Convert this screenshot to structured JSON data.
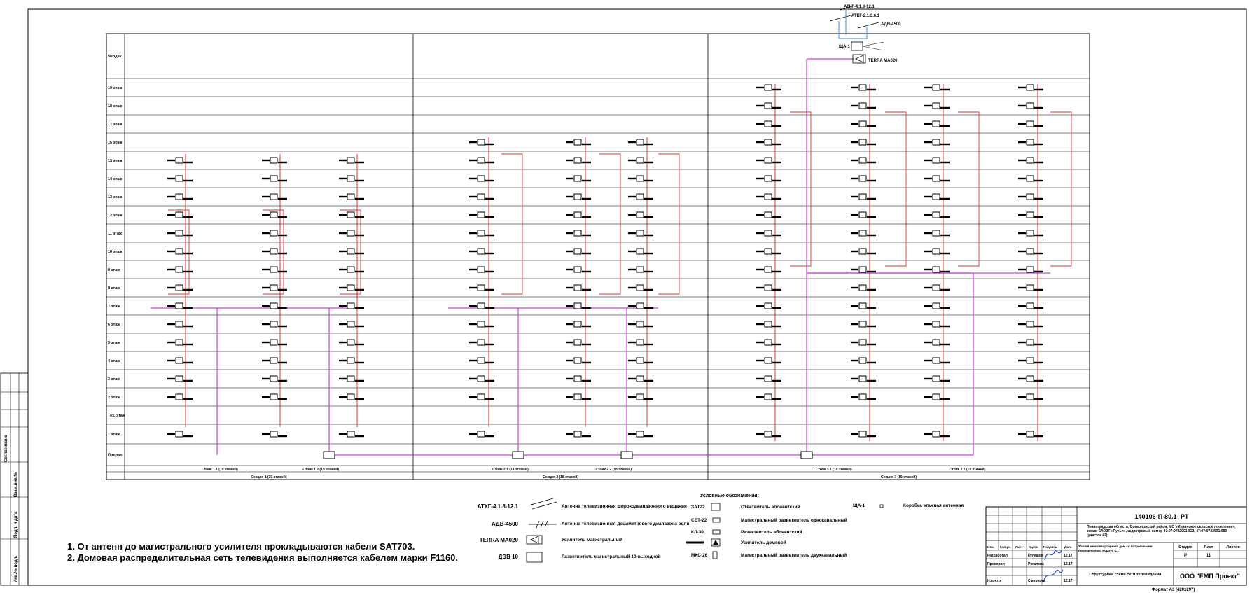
{
  "floors": [
    "Чердак",
    "19 этаж",
    "18 этаж",
    "17 этаж",
    "16 этаж",
    "15 этаж",
    "14 этаж",
    "13 этаж",
    "12 этаж",
    "11 этаж",
    "10 этаж",
    "9 этаж",
    "8 этаж",
    "7 этаж",
    "6 этаж",
    "5 этаж",
    "4 этаж",
    "3 этаж",
    "2 этаж",
    "Тех. этаж",
    "1 этаж",
    "Подвал"
  ],
  "sections": [
    {
      "label": "Секция 1 (19 этажей)",
      "risers": [
        "Стояк 1.1 (19 этажей)",
        "Стояк 1.2 (19 этажей)"
      ]
    },
    {
      "label": "Секция 2 (18 этажей)",
      "risers": [
        "Стояк 2.1 (18 этажей)",
        "Стояк 2.2 (18 этажей)"
      ]
    },
    {
      "label": "Секция 3 (19 этажей)",
      "risers": [
        "Стояк 3.1 (19 этажей)",
        "Стояк 3.2 (19 этажей)"
      ]
    }
  ],
  "antenna": {
    "labels": [
      "АТКГ-4.1.8-12.1",
      "АТКГ-2.1.3.6.1",
      "АДВ-4500"
    ],
    "amplifier": "TERRA MA020",
    "box": "ЩА-1"
  },
  "legend": {
    "title": "Условные обозначения:",
    "items": [
      {
        "code": "АТКГ-4.1.8-12.1",
        "text": "Антенна телевизионная широкодиапазонного вещания"
      },
      {
        "code": "АДВ-4500",
        "text": "Антенна телевизионная дециметрового диапазона волн"
      },
      {
        "code": "TERRA MA020",
        "text": "Усилитель магистральный"
      },
      {
        "code": "ДЭВ 10",
        "text": "Разветвитель магистральный 10-выходной"
      },
      {
        "code": "ЗАТ22",
        "text": "Ответвитель абонентский"
      },
      {
        "code": "СЕТ-22",
        "text": "Магистральный разветвитель одноканальный"
      },
      {
        "code": "КЛ-30",
        "text": "Разветвитель абонентский"
      },
      {
        "code": "",
        "text": "Усилитель домовой"
      },
      {
        "code": "МКС-26",
        "text": "Магистральный разветвитель двухканальный"
      },
      {
        "code": "ЩА-1",
        "text": "Коробка этажная антенная"
      }
    ]
  },
  "notes": [
    "1. От антенн до магистрального усилителя прокладываются кабели SAT703.",
    "2. Домовая распределительная сеть телевидения выполняется кабелем марки F1160."
  ],
  "titleblock": {
    "code": "140106-П-80.1- РТ",
    "address": "Ленинградская область, Всеволожский район, МО «Муринское сельское поселение», земли САОЗТ «Ручьи», кадастровый номер 47:07:0722001:523, 47:07:0722001:680 (участок 42)",
    "description": "Жилой многоквартирный дом со встроенными помещениями. Корпус 4.1",
    "sheet_title": "Структурная схема сети телевидения",
    "company": "ООО \"ЕМП Проект\"",
    "stage_header": "Стадия",
    "sheet_header": "Лист",
    "sheets_header": "Листов",
    "stage": "Р",
    "sheet": "11",
    "columns": [
      "Изм.",
      "Кол.уч.",
      "Лист",
      "№док.",
      "Подпись",
      "Дата"
    ],
    "roles": [
      {
        "role": "Разработал",
        "name": "Кулешов",
        "date": "12.17"
      },
      {
        "role": "Проверил",
        "name": "Рогалева",
        "date": "12.17"
      },
      {
        "role": "Н.контр.",
        "name": "Смирнова",
        "date": "12.17"
      }
    ],
    "footer": "Формат А3 (420х297)"
  },
  "side_stamp": [
    "Согласовано",
    "Взам.инв.№",
    "Подп. и дата",
    "Инв.№ подл."
  ],
  "colors": {
    "riser": "#e03030",
    "trunk": "#cc44dd",
    "antenna": "#4488dd",
    "line": "#000000"
  }
}
